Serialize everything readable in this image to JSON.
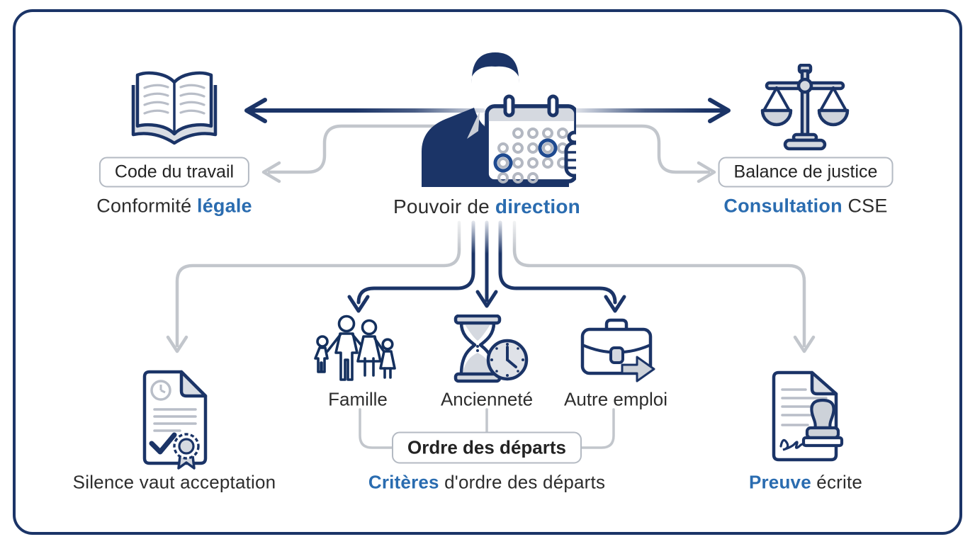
{
  "title": "Pouvoir de direction diagram",
  "colors": {
    "navy": "#1b3467",
    "accent_blue": "#2a6cb0",
    "connector_gray": "#c2c6cc",
    "fill_gray": "#d5d9e0",
    "text_dark": "#2d2d2d",
    "box_border_gray": "#b4bac3",
    "background": "#ffffff"
  },
  "center": {
    "icon": "manager-with-calendar-icon",
    "label_prefix": "Pouvoir de ",
    "label_highlight": "direction"
  },
  "left_branch": {
    "icon": "open-book-icon",
    "box_label": "Code du travail",
    "caption_prefix": "Conformité ",
    "caption_highlight": "légale",
    "caption_suffix": ""
  },
  "right_branch": {
    "icon": "justice-scales-icon",
    "box_label": "Balance de justice",
    "caption_prefix": "",
    "caption_highlight": "Consultation",
    "caption_suffix": " CSE"
  },
  "criteria": {
    "items": [
      {
        "icon": "family-icon",
        "label": "Famille"
      },
      {
        "icon": "hourglass-clock-icon",
        "label": "Ancienneté"
      },
      {
        "icon": "briefcase-arrow-icon",
        "label": "Autre emploi"
      }
    ],
    "box_label": "Ordre des départs",
    "caption_prefix": "",
    "caption_highlight": "Critères",
    "caption_suffix": " d'ordre des départs"
  },
  "bottom_left": {
    "icon": "approved-document-icon",
    "caption_prefix": "Silence vaut acceptation",
    "caption_highlight": "",
    "caption_suffix": ""
  },
  "bottom_right": {
    "icon": "stamped-document-icon",
    "caption_prefix": "",
    "caption_highlight": "Preuve",
    "caption_suffix": " écrite"
  }
}
